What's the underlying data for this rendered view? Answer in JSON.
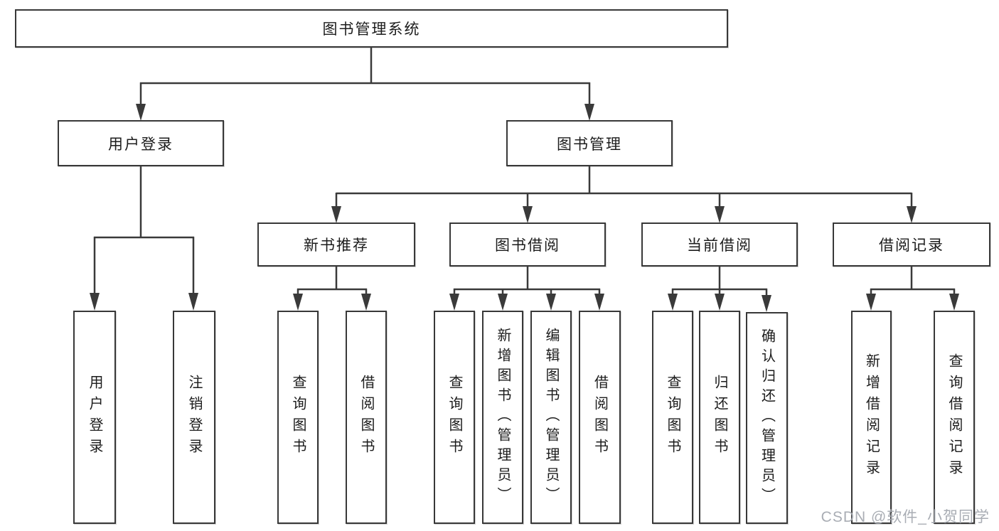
{
  "diagram": {
    "colors": {
      "line": "#3a3a3a",
      "box_border": "#383838",
      "text": "#1c1c1c",
      "watermark": "#a4a9b0",
      "background": "#ffffff"
    },
    "tree": {
      "label": "图书管理系统",
      "children": [
        {
          "label": "用户登录",
          "children": [
            {
              "label": "用户登录"
            },
            {
              "label": "注销登录"
            }
          ]
        },
        {
          "label": "图书管理",
          "children": [
            {
              "label": "新书推荐",
              "children": [
                {
                  "label": "查询图书"
                },
                {
                  "label": "借阅图书"
                }
              ]
            },
            {
              "label": "图书借阅",
              "children": [
                {
                  "label": "查询图书"
                },
                {
                  "label": "新增图书（管理员）"
                },
                {
                  "label": "编辑图书（管理员）"
                },
                {
                  "label": "借阅图书"
                }
              ]
            },
            {
              "label": "当前借阅",
              "children": [
                {
                  "label": "查询图书"
                },
                {
                  "label": "归还图书"
                },
                {
                  "label": "确认归还（管理员）"
                }
              ]
            },
            {
              "label": "借阅记录",
              "children": [
                {
                  "label": "新增借阅记录"
                },
                {
                  "label": "查询借阅记录"
                }
              ]
            }
          ]
        }
      ]
    },
    "watermark": {
      "text": "CSDN @软件_小贺同学"
    }
  }
}
